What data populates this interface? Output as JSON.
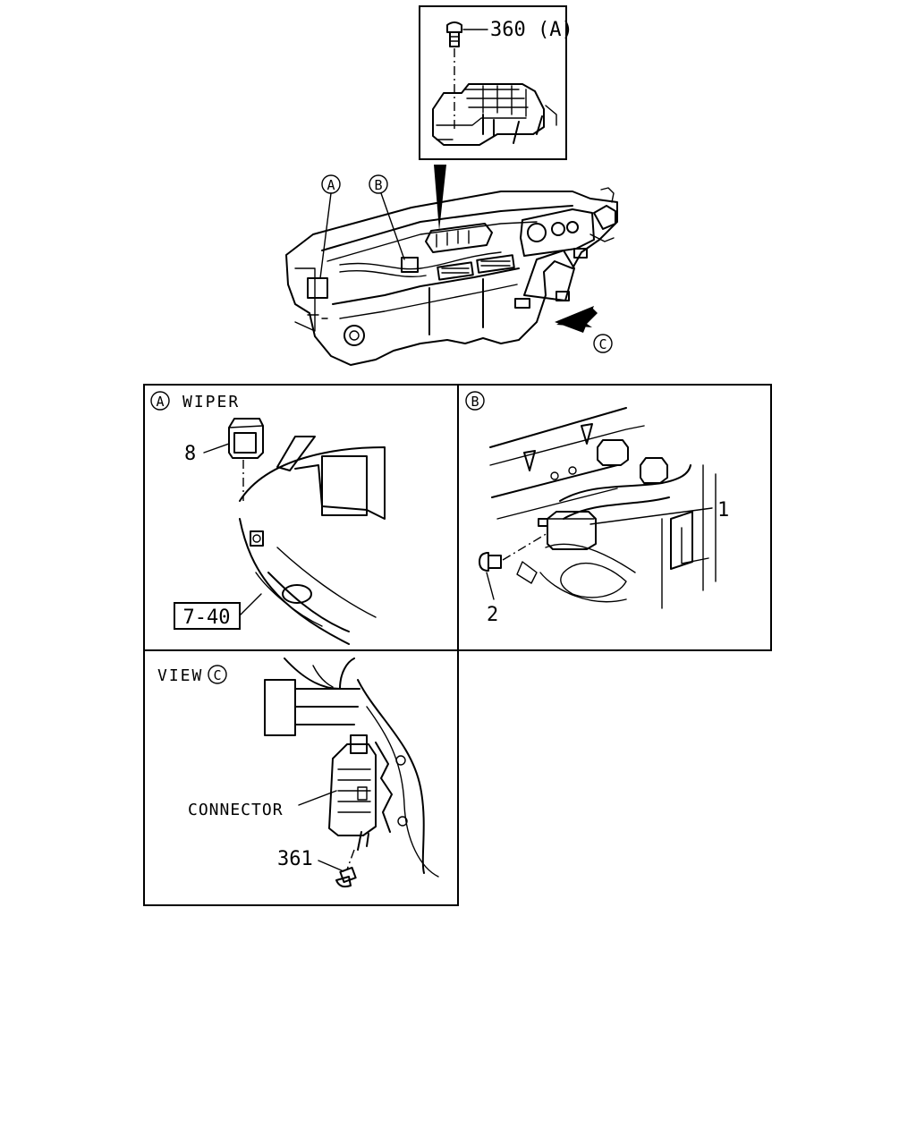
{
  "top_callout": {
    "part": "360 (A)"
  },
  "overview": {
    "marker_a": "A",
    "marker_b": "B",
    "marker_c": "C"
  },
  "panel_a": {
    "marker": "A",
    "title": "WIPER",
    "part_8": "8",
    "ref_box": "7-40"
  },
  "panel_b": {
    "marker": "B",
    "part_1": "1",
    "part_2": "2"
  },
  "panel_c": {
    "view_label": "VIEW",
    "marker": "C",
    "connector_label": "CONNECTOR",
    "part_361": "361"
  }
}
